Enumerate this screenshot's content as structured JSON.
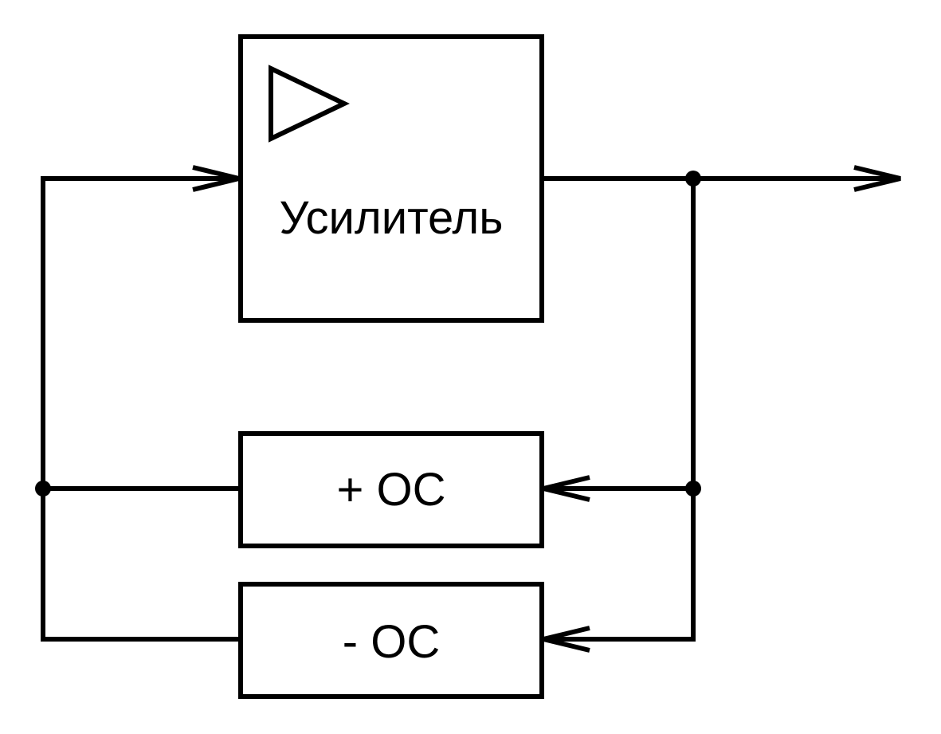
{
  "blocks": {
    "amplifier": {
      "label": "Усилитель"
    },
    "positive_feedback": {
      "label": "+ ОС"
    },
    "negative_feedback": {
      "label": "- ОС"
    }
  },
  "colors": {
    "line": "#000000",
    "background": "#ffffff"
  },
  "icons": {
    "amplifier_symbol": "triangle-amplifier-icon"
  }
}
